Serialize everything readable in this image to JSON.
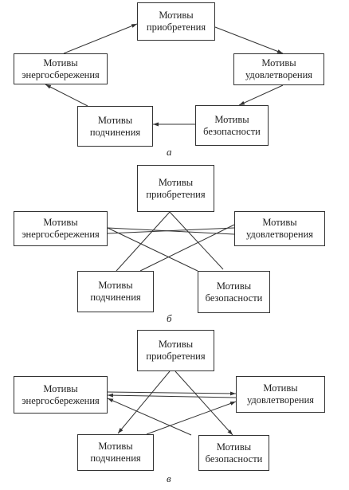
{
  "diagram_a": {
    "acquisition": {
      "l1": "Мотивы",
      "l2": "приобретения"
    },
    "energy": {
      "l1": "Мотивы",
      "l2": "энергосбережения"
    },
    "satisfaction": {
      "l1": "Мотивы",
      "l2": "удовлетворения"
    },
    "submission": {
      "l1": "Мотивы",
      "l2": "подчинения"
    },
    "safety": {
      "l1": "Мотивы",
      "l2": "безопасности"
    },
    "caption": "а"
  },
  "diagram_b": {
    "acquisition": {
      "l1": "Мотивы",
      "l2": "приобретения"
    },
    "energy": {
      "l1": "Мотивы",
      "l2": "энергосбережения"
    },
    "satisfaction": {
      "l1": "Мотивы",
      "l2": "удовлетворения"
    },
    "submission": {
      "l1": "Мотивы",
      "l2": "подчинения"
    },
    "safety": {
      "l1": "Мотивы",
      "l2": "безопасности"
    },
    "caption": "б"
  },
  "diagram_c": {
    "acquisition": {
      "l1": "Мотивы",
      "l2": "приобретения"
    },
    "energy": {
      "l1": "Мотивы",
      "l2": "энергосбережения"
    },
    "satisfaction": {
      "l1": "Мотивы",
      "l2": "удовлетворения"
    },
    "submission": {
      "l1": "Мотивы",
      "l2": "подчинения"
    },
    "safety": {
      "l1": "Мотивы",
      "l2": "безопасности"
    },
    "caption": "в"
  }
}
